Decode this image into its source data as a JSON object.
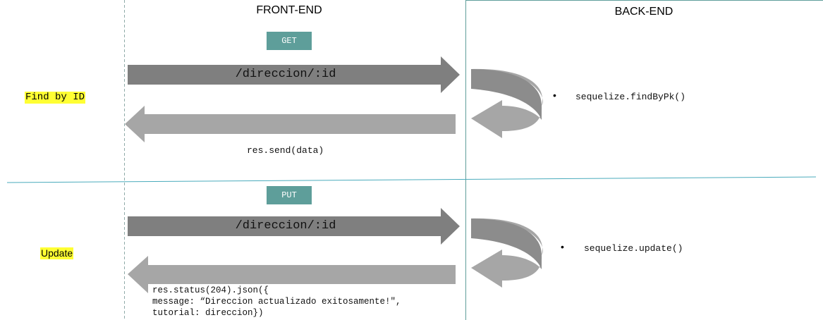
{
  "headers": {
    "front_end": "FRONT-END",
    "back_end": "BACK-END"
  },
  "find_by_id": {
    "label": "Find by ID",
    "method": "GET",
    "request_path": "/direccion/:id",
    "response": "res.send(data)",
    "backend_bullet": "•",
    "backend_call": "sequelize.findByPk()"
  },
  "update": {
    "label": "Update",
    "method": "PUT",
    "request_path": "/direccion/:id",
    "response_line1": "res.status(204).json({",
    "response_line2": "message: “Direccion actualizado exitosamente!\",",
    "response_line3": "tutorial: direccion})",
    "backend_bullet": "•",
    "backend_call": "sequelize.update()"
  },
  "colors": {
    "request_arrow": "#7f7f7f",
    "response_arrow": "#a6a6a6",
    "loop_dark": "#8c8c8c",
    "loop_light": "#a6a6a6",
    "badge": "#5e9e9a",
    "divider": "#4aabbc",
    "highlight": "#ffff33"
  }
}
